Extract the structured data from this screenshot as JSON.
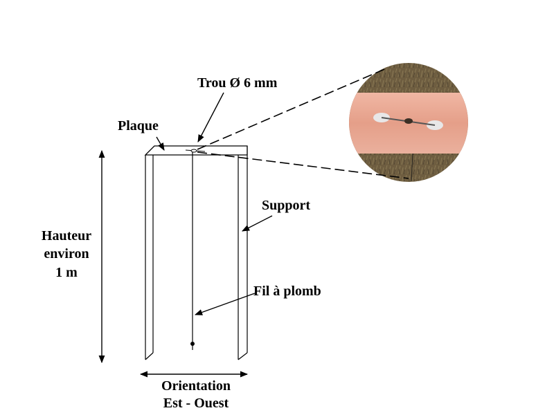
{
  "labels": {
    "trou": "Trou Ø 6 mm",
    "plaque": "Plaque",
    "support": "Support",
    "hauteur_line1": "Hauteur",
    "hauteur_line2": "environ",
    "hauteur_line3": "1 m",
    "fil": "Fil à plomb",
    "orientation_line1": "Orientation",
    "orientation_line2": "Est - Ouest"
  },
  "colors": {
    "line": "#000000",
    "copper": "#e8a48f",
    "copper_light": "#f2bfae",
    "ground": "#6b5a3c",
    "hole_highlight": "#dfe7ec"
  }
}
